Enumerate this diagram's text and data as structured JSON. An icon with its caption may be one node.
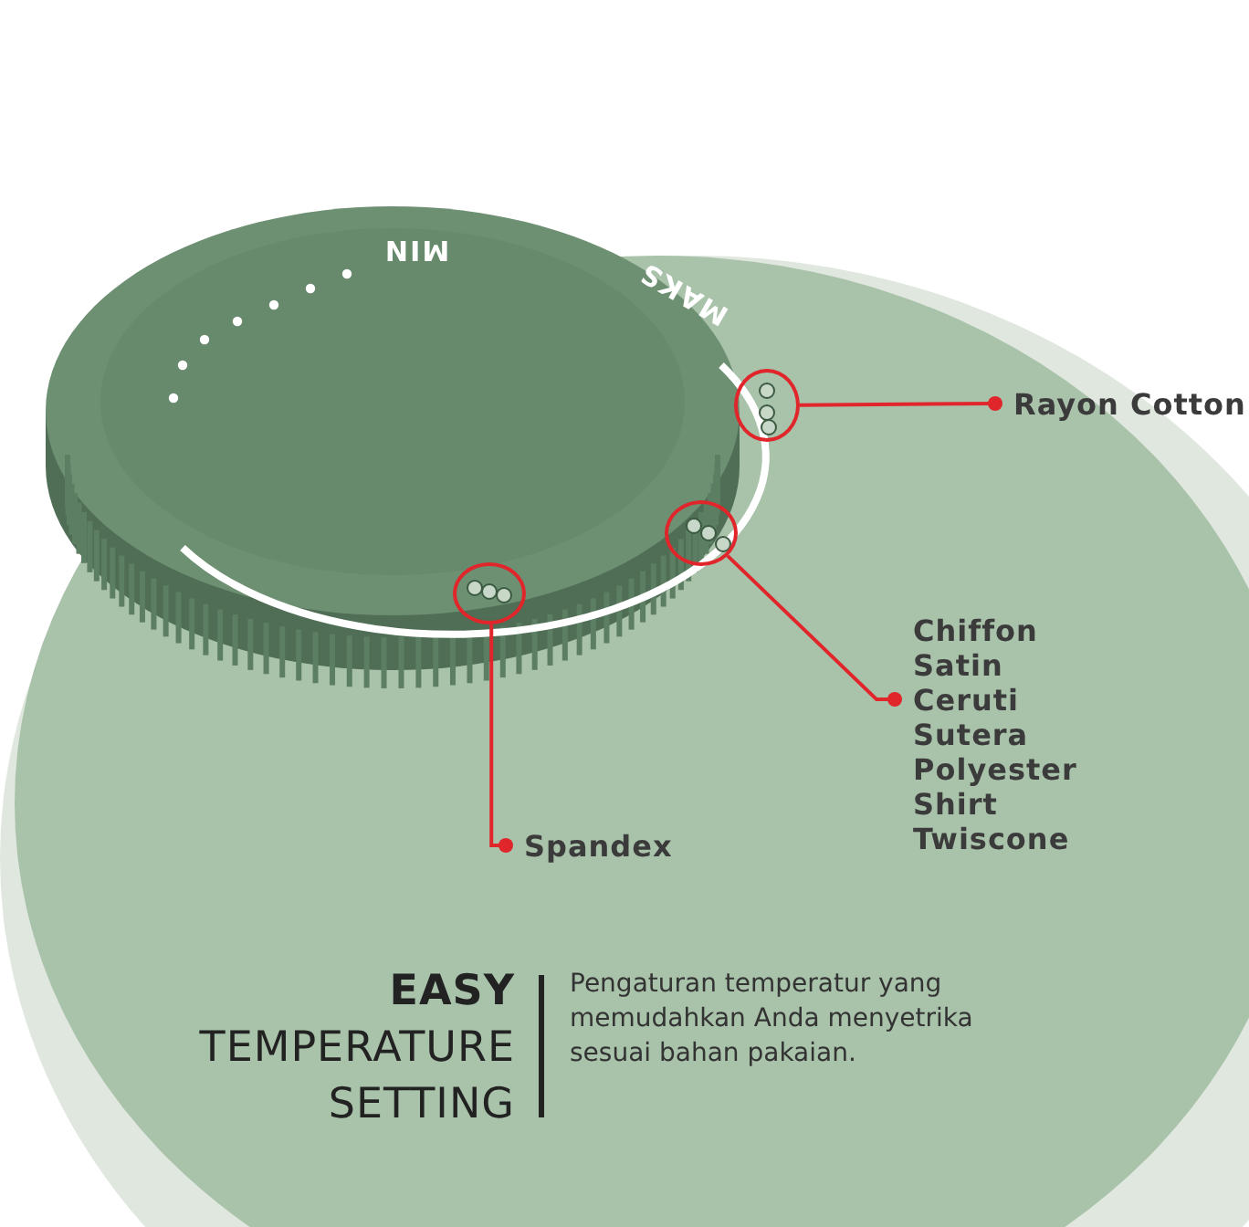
{
  "diagram": {
    "nodes": [
      {
        "text": [
          "Rayon Cotton"
        ]
      },
      {
        "text": [],
        "shape": "circle"
      },
      {
        "text": [
          "Chiffon Satin Ceruti Sutera Polyester Shirt Twiscone"
        ]
      },
      {
        "text": [],
        "shape": "circle"
      },
      {
        "text": [
          "Spandex"
        ]
      },
      {
        "text": [],
        "shape": "circle"
      }
    ],
    "edges": [
      {
        "from": 0,
        "to": 1,
        "arrow": "other",
        "color": "#e0252b"
      },
      {
        "from": 2,
        "to": 3,
        "arrow": "other",
        "color": "#e0252b"
      },
      {
        "from": 4,
        "to": 5,
        "arrow": "other",
        "color": "#e0252b"
      }
    ],
    "labels": [
      "MIN",
      "MAKS",
      "**EASY** TEMPERATURE SETTING",
      "Pengaturan temperatur yang memudahkan Anda menyetrika sesuai bahan pakaian."
    ]
  }
}
